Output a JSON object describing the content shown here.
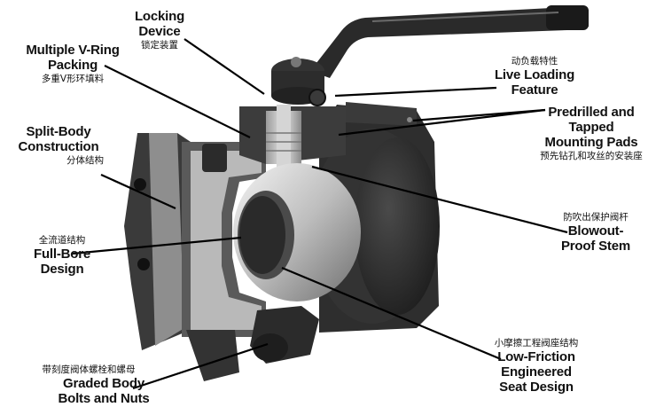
{
  "labels": {
    "locking": {
      "en1": "Locking",
      "en2": "Device",
      "zh": "锁定装置"
    },
    "packing": {
      "en1": "Multiple V-Ring",
      "en2": "Packing",
      "zh": "多重V形环填料"
    },
    "split": {
      "en1": "Split-Body",
      "en2": "Construction",
      "zh": "分体结构"
    },
    "fullbore": {
      "zh": "全流道结构",
      "en1": "Full-Bore",
      "en2": "Design"
    },
    "graded": {
      "zh": "带刻度阀体螺栓和螺母",
      "en1": "Graded Body",
      "en2": "Bolts and Nuts"
    },
    "live": {
      "zh": "动负载特性",
      "en1": "Live Loading",
      "en2": "Feature"
    },
    "pads": {
      "en1": "Predrilled and",
      "en2": "Tapped",
      "en3": "Mounting Pads",
      "zh": "预先钻孔和攻丝的安装座"
    },
    "blowout": {
      "zh": "防吹出保护阀杆",
      "en1": "Blowout-",
      "en2": "Proof Stem"
    },
    "lowfriction": {
      "zh": "小摩擦工程阀座结构",
      "en1": "Low-Friction",
      "en2": "Engineered",
      "en3": "Seat Design"
    }
  },
  "colors": {
    "body_dark": "#2b2b2b",
    "steel": "#c9c9c9",
    "leader": "#000000"
  }
}
